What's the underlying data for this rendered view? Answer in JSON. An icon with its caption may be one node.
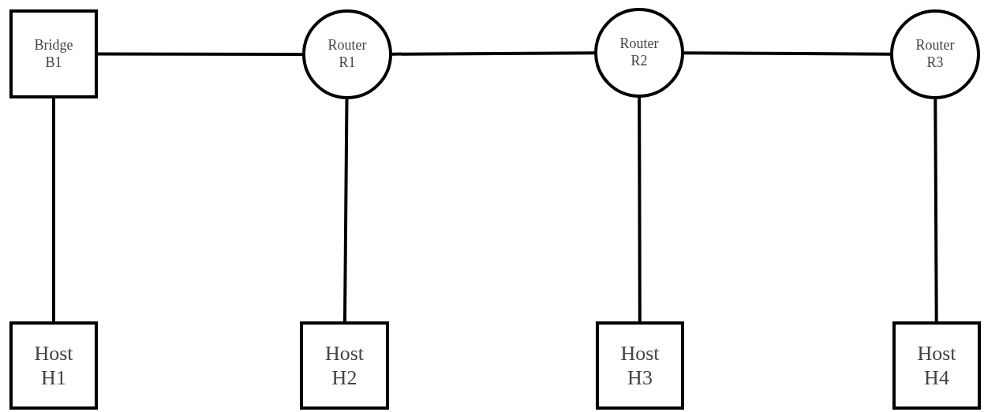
{
  "diagram": {
    "nodes": [
      {
        "text": [
          "Bridge B1"
        ]
      },
      {
        "text": [
          "Router R1"
        ]
      },
      {
        "text": [
          "Router R2"
        ]
      },
      {
        "text": [
          "Router R3"
        ]
      },
      {
        "text": [
          "Host H1"
        ]
      },
      {
        "text": [
          "Host H2"
        ]
      },
      {
        "text": [
          "Host H3"
        ]
      },
      {
        "text": [
          "Host H4"
        ]
      }
    ],
    "edges": [
      {
        "from": 0,
        "to": 1,
        "arrow": "none"
      },
      {
        "from": 1,
        "to": 2,
        "arrow": "none"
      },
      {
        "from": 2,
        "to": 3,
        "arrow": "none"
      },
      {
        "from": 0,
        "to": 4,
        "arrow": "none"
      },
      {
        "from": 1,
        "to": 5,
        "arrow": "none"
      },
      {
        "from": 2,
        "to": 6,
        "arrow": "none"
      },
      {
        "from": 3,
        "to": 7,
        "arrow": "none"
      }
    ]
  }
}
